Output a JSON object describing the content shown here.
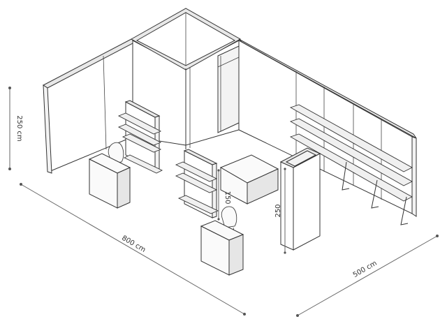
{
  "dimensions": {
    "back_wall_height": "250 cm",
    "length": "800 cm",
    "width": "500 cm",
    "counter_height": "150",
    "column_height": "250"
  }
}
